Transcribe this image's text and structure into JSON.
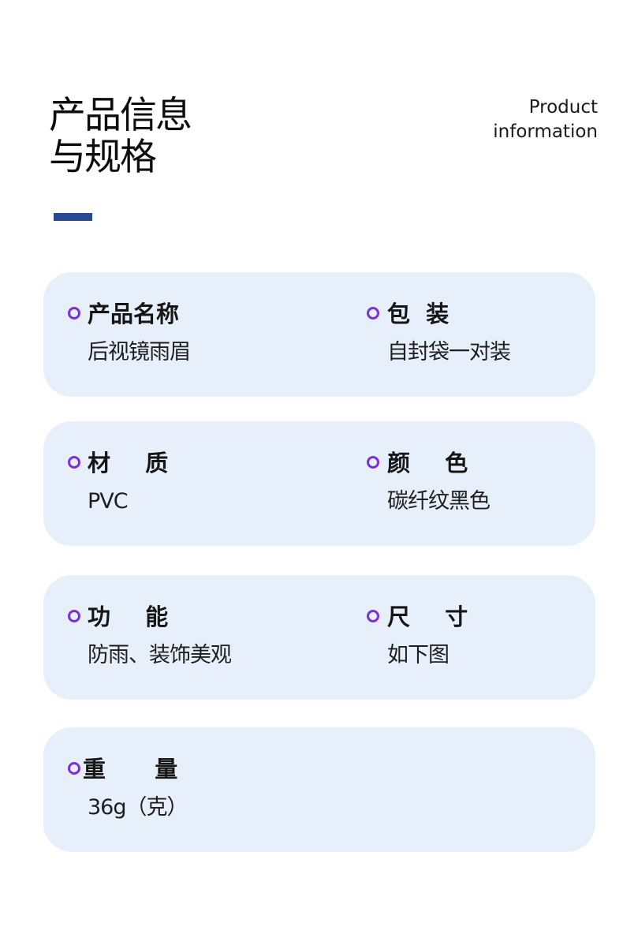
{
  "header": {
    "title_line1": "产品信息",
    "title_line2": "与规格",
    "subtitle_line1": "Product",
    "subtitle_line2": "information"
  },
  "colors": {
    "accent_bar": "#254a8f",
    "card_background": "#e7f0fa",
    "bullet": "#7d2fe0"
  },
  "specs": {
    "name": {
      "label": "产品名称",
      "value": "后视镜雨眉"
    },
    "packaging": {
      "label": "包  装",
      "value": "自封袋一对装"
    },
    "material": {
      "label": "材  质",
      "value": "PVC"
    },
    "color": {
      "label": "颜  色",
      "value": "碳纤纹黑色"
    },
    "function": {
      "label": "功  能",
      "value": "防雨、装饰美观"
    },
    "size": {
      "label": "尺  寸",
      "value": "如下图"
    },
    "weight": {
      "label": "重  量",
      "value": "36g（克）"
    }
  }
}
